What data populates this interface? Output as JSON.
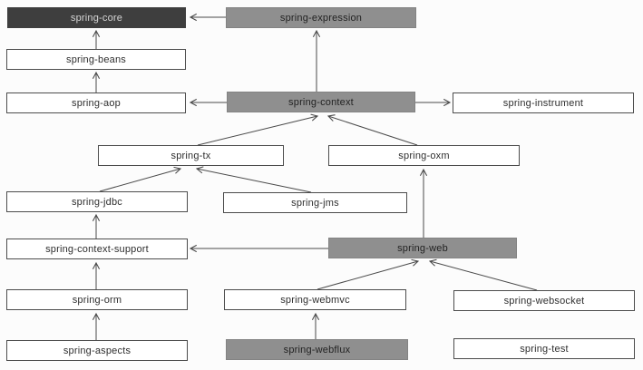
{
  "nodes": {
    "spring-core": {
      "label": "spring-core",
      "style": "dark"
    },
    "spring-expression": {
      "label": "spring-expression",
      "style": "gray"
    },
    "spring-beans": {
      "label": "spring-beans",
      "style": "plain"
    },
    "spring-aop": {
      "label": "spring-aop",
      "style": "plain"
    },
    "spring-context": {
      "label": "spring-context",
      "style": "gray"
    },
    "spring-instrument": {
      "label": "spring-instrument",
      "style": "plain"
    },
    "spring-tx": {
      "label": "spring-tx",
      "style": "plain"
    },
    "spring-oxm": {
      "label": "spring-oxm",
      "style": "plain"
    },
    "spring-jdbc": {
      "label": "spring-jdbc",
      "style": "plain"
    },
    "spring-jms": {
      "label": "spring-jms",
      "style": "plain"
    },
    "spring-context-support": {
      "label": "spring-context-support",
      "style": "plain"
    },
    "spring-web": {
      "label": "spring-web",
      "style": "gray"
    },
    "spring-orm": {
      "label": "spring-orm",
      "style": "plain"
    },
    "spring-webmvc": {
      "label": "spring-webmvc",
      "style": "plain"
    },
    "spring-websocket": {
      "label": "spring-websocket",
      "style": "plain"
    },
    "spring-aspects": {
      "label": "spring-aspects",
      "style": "plain"
    },
    "spring-webflux": {
      "label": "spring-webflux",
      "style": "gray"
    },
    "spring-test": {
      "label": "spring-test",
      "style": "plain"
    }
  },
  "edges": [
    {
      "from": "spring-expression",
      "to": "spring-core"
    },
    {
      "from": "spring-beans",
      "to": "spring-core"
    },
    {
      "from": "spring-aop",
      "to": "spring-beans"
    },
    {
      "from": "spring-context",
      "to": "spring-expression"
    },
    {
      "from": "spring-context",
      "to": "spring-aop"
    },
    {
      "from": "spring-context",
      "to": "spring-instrument"
    },
    {
      "from": "spring-tx",
      "to": "spring-context"
    },
    {
      "from": "spring-oxm",
      "to": "spring-context"
    },
    {
      "from": "spring-jdbc",
      "to": "spring-tx"
    },
    {
      "from": "spring-jms",
      "to": "spring-tx"
    },
    {
      "from": "spring-context-support",
      "to": "spring-jdbc"
    },
    {
      "from": "spring-web",
      "to": "spring-context-support"
    },
    {
      "from": "spring-web",
      "to": "spring-oxm"
    },
    {
      "from": "spring-orm",
      "to": "spring-context-support"
    },
    {
      "from": "spring-webmvc",
      "to": "spring-web"
    },
    {
      "from": "spring-websocket",
      "to": "spring-web"
    },
    {
      "from": "spring-aspects",
      "to": "spring-orm"
    },
    {
      "from": "spring-webflux",
      "to": "spring-webmvc"
    }
  ],
  "colors": {
    "dark_fill": "#3e3e3e",
    "dark_text": "#d6d6d6",
    "gray_fill": "#8f8f8f",
    "box_border": "#4c4c4c",
    "text": "#2e2e2e",
    "arrow": "#4a4a4a",
    "background": "#fcfcfc"
  }
}
